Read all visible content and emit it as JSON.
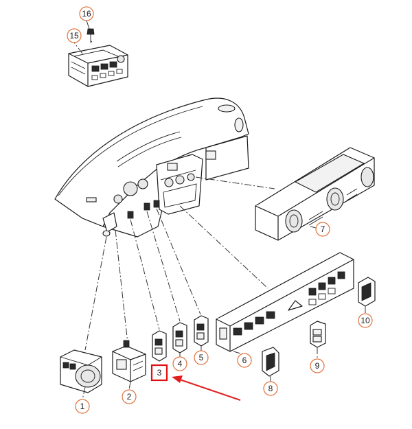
{
  "colors": {
    "callout_ring": "#e0703a",
    "highlight_box": "#e01010",
    "arrow": "#e02020",
    "line": "#1a1a1a"
  },
  "callouts": [
    {
      "id": "1",
      "label": "1"
    },
    {
      "id": "2",
      "label": "2"
    },
    {
      "id": "3",
      "label": "3"
    },
    {
      "id": "4",
      "label": "4"
    },
    {
      "id": "5",
      "label": "5"
    },
    {
      "id": "6",
      "label": "6"
    },
    {
      "id": "7",
      "label": "7"
    },
    {
      "id": "8",
      "label": "8"
    },
    {
      "id": "9",
      "label": "9"
    },
    {
      "id": "10",
      "label": "10"
    },
    {
      "id": "15",
      "label": "15"
    },
    {
      "id": "16",
      "label": "16"
    }
  ],
  "highlighted_callout": "3"
}
